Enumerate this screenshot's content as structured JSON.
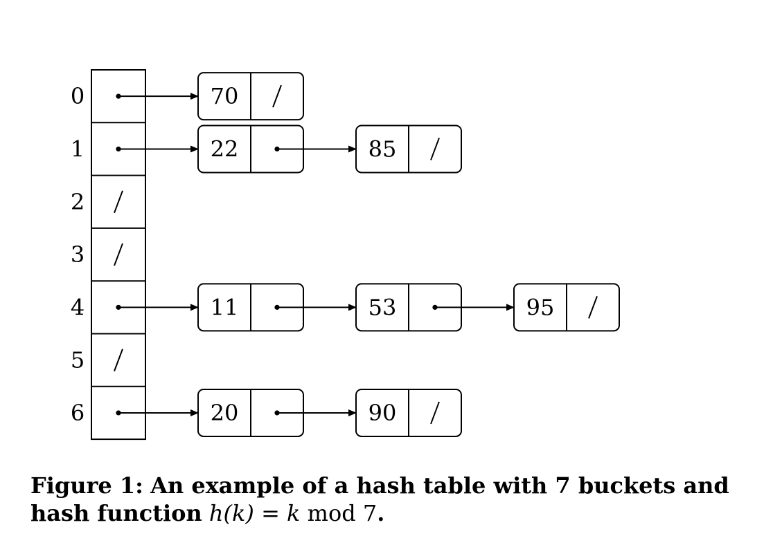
{
  "buckets": [
    {
      "index": "0",
      "entry": "pointer",
      "chain": [
        {
          "key": "70",
          "next": "/"
        }
      ]
    },
    {
      "index": "1",
      "entry": "pointer",
      "chain": [
        {
          "key": "22",
          "next": "pointer"
        },
        {
          "key": "85",
          "next": "/"
        }
      ]
    },
    {
      "index": "2",
      "entry": "/",
      "chain": []
    },
    {
      "index": "3",
      "entry": "/",
      "chain": []
    },
    {
      "index": "4",
      "entry": "pointer",
      "chain": [
        {
          "key": "11",
          "next": "pointer"
        },
        {
          "key": "53",
          "next": "pointer"
        },
        {
          "key": "95",
          "next": "/"
        }
      ]
    },
    {
      "index": "5",
      "entry": "/",
      "chain": []
    },
    {
      "index": "6",
      "entry": "pointer",
      "chain": [
        {
          "key": "20",
          "next": "pointer"
        },
        {
          "key": "90",
          "next": "/"
        }
      ]
    }
  ],
  "null_symbol": "/",
  "caption": {
    "label": "Figure 1:",
    "text": "An example of a hash table with 7 buckets and hash function",
    "formula_lhs": "h(k)",
    "formula_eq": " = ",
    "formula_var": "k",
    "formula_op": " mod ",
    "formula_mod": "7",
    "end": "."
  }
}
